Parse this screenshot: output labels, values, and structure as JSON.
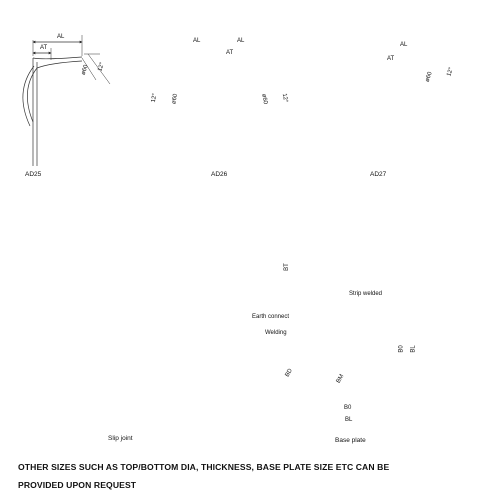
{
  "brackets": {
    "ad25": {
      "caption": "AD25",
      "al": "AL",
      "at": "AT",
      "dia": "ø60",
      "angle": "12°"
    },
    "ad26": {
      "caption": "AD26",
      "al": "AL",
      "at": "AT",
      "dia_left": "ø60",
      "angle_left": "12°",
      "dia_right": "ø60",
      "angle_right": "12°"
    },
    "ad27": {
      "caption": "AD27",
      "al": "AL",
      "at": "AT",
      "dia": "ø60",
      "angle": "12°"
    }
  },
  "slip_joint": {
    "caption": "Slip joint"
  },
  "base_plate": {
    "caption": "Base plate",
    "bt": "BT",
    "strip_welded": "Strip welded",
    "earth_connect": "Earth connect",
    "welding": "Welding",
    "bd": "BD",
    "bm": "BM",
    "b0_h": "B0",
    "bl_h": "BL",
    "b0_v": "B0",
    "bl_v": "BL"
  },
  "note": {
    "line1": "OTHER SIZES SUCH AS TOP/BOTTOM DIA, THICKNESS, BASE PLATE SIZE ETC CAN BE",
    "line2": "PROVIDED UPON REQUEST"
  }
}
